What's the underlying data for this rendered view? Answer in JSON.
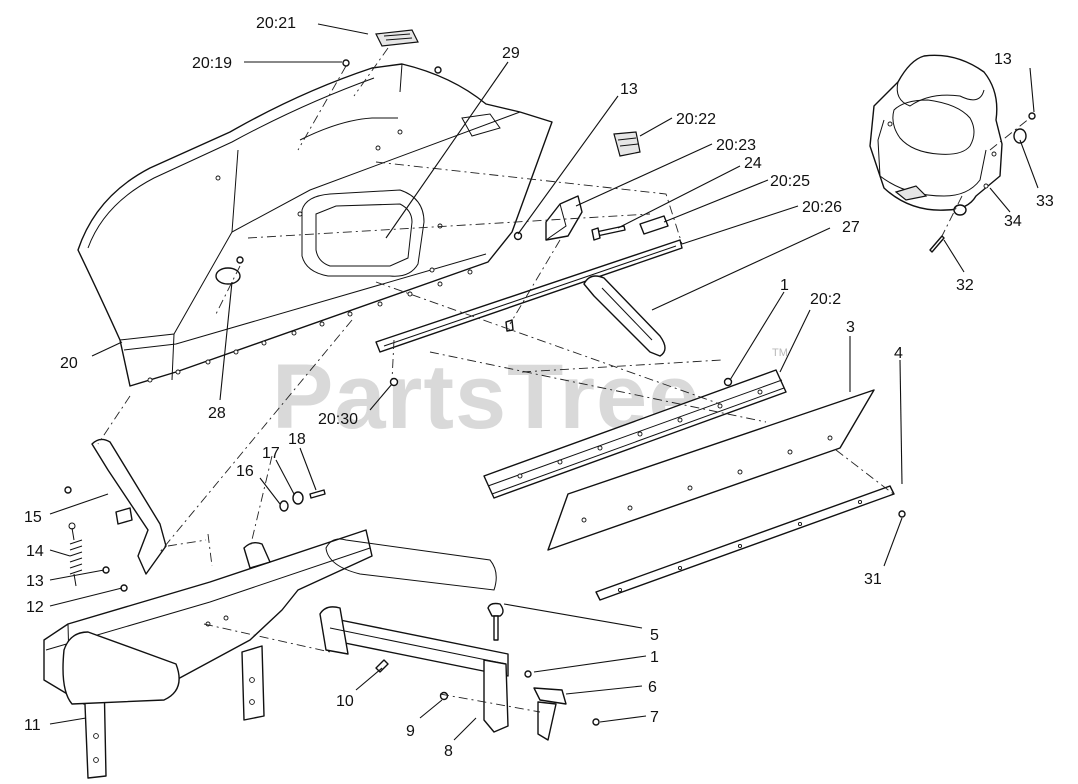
{
  "watermark": {
    "text": "PartsTree",
    "mark": "TM",
    "color": "#b9b9b9"
  },
  "callouts": {
    "c2021": "20:21",
    "c2019": "20:19",
    "c29": "29",
    "c13a": "13",
    "c2022": "20:22",
    "c2023": "20:23",
    "c24": "24",
    "c2025": "20:25",
    "c2026": "20:26",
    "c27": "27",
    "c13b": "13",
    "c33": "33",
    "c34": "34",
    "c32": "32",
    "c20": "20",
    "c28": "28",
    "c2030": "20:30",
    "c1a": "1",
    "c202": "20:2",
    "c3": "3",
    "c4": "4",
    "c31": "31",
    "c15": "15",
    "c16": "16",
    "c17": "17",
    "c18": "18",
    "c14": "14",
    "c13c": "13",
    "c12": "12",
    "c11": "11",
    "c10": "10",
    "c9": "9",
    "c8": "8",
    "c5": "5",
    "c1b": "1",
    "c6": "6",
    "c7": "7"
  }
}
